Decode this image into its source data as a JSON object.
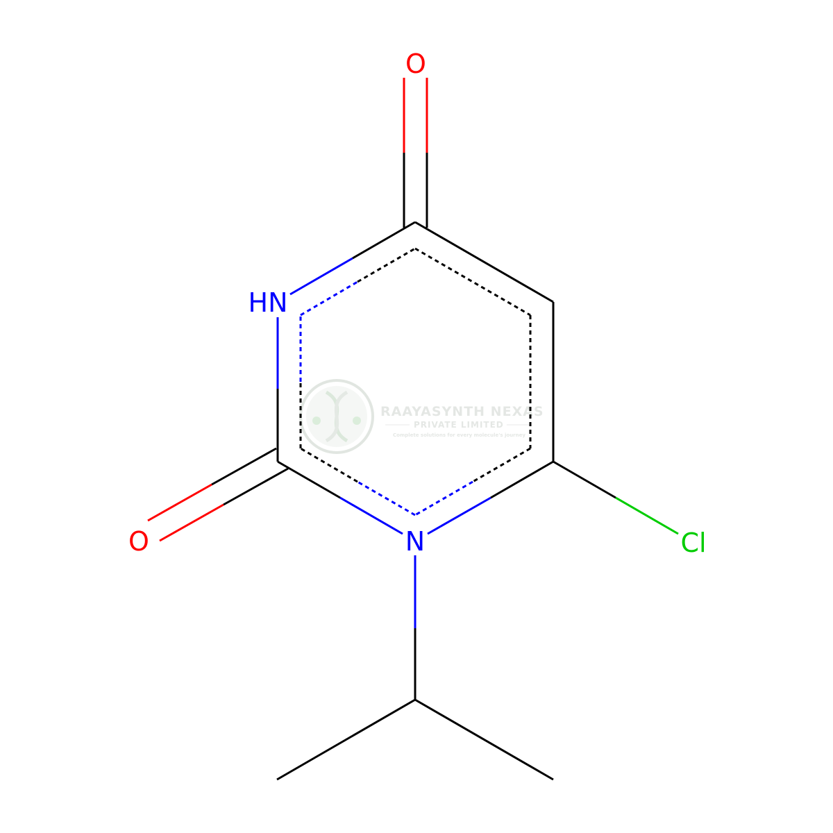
{
  "colors": {
    "carbon_bond": "#000000",
    "nitrogen": "#0000ff",
    "oxygen": "#ff0000",
    "chlorine": "#00cc00",
    "watermark": "#d9ded9"
  },
  "atoms": {
    "o_top": "O",
    "nh": "HN",
    "o_left": "O",
    "n_ring": "N",
    "cl": "Cl"
  },
  "watermark": {
    "title": "RAAYASYNTH NEXAS",
    "subtitle": "PRIVATE LIMITED",
    "tagline": "Complete solutions for every molecule's journey"
  }
}
